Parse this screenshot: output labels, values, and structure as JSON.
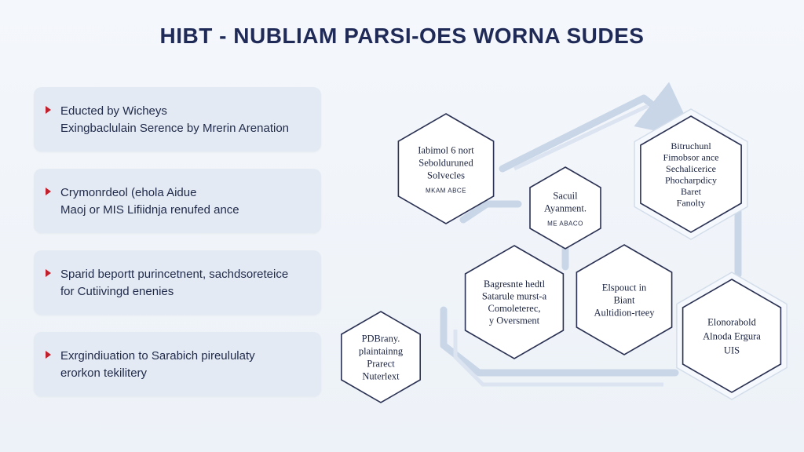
{
  "title": "HIBT - NUBLIAM PARSI-OES WORNA SUDES",
  "cards": [
    {
      "lines": [
        "Educted by Wicheys",
        "Exingbaclulain Serence by Mrerin Arenation"
      ]
    },
    {
      "lines": [
        "Crymonrdeol (ehola Aidue",
        "Maoj or MIS Lifiidnja renufed ance"
      ]
    },
    {
      "lines": [
        "Sparid beportt purincetnent, sachdsoreteice",
        "for Cutiivingd enenies"
      ]
    },
    {
      "lines": [
        "Exrgindiuation to Sarabich pireululaty",
        "erorkon tekilitery"
      ]
    }
  ],
  "hexagons": [
    {
      "id": "top-left",
      "lines": [
        "Iabimol 6 nort",
        "Sebolduruned",
        "Solvecles"
      ],
      "sub": "MKAM ABCE"
    },
    {
      "id": "center",
      "lines": [
        "Sacuil",
        "Ayanment."
      ],
      "sub": "ME ABACO"
    },
    {
      "id": "top-right",
      "lines": [
        "Bitruchunl",
        "Fimobsor ance",
        "Sechalicerice",
        "Phocharpdicy",
        "Baret",
        "Fanolty"
      ],
      "sub": ""
    },
    {
      "id": "mid-left",
      "lines": [
        "Bagresnte hedtl",
        "Satarule murst-a",
        "Comoleterec,",
        "y Oversment"
      ],
      "sub": ""
    },
    {
      "id": "mid-center",
      "lines": [
        "Elspouct in",
        "Biant",
        "Aultidion-rteey"
      ],
      "sub": ""
    },
    {
      "id": "bottom-left",
      "lines": [
        "PDBrany.",
        "plaintainng",
        "Prarect",
        "Nuterlext"
      ],
      "sub": ""
    },
    {
      "id": "bottom-right",
      "lines": [
        "Elonorabold",
        "Alnoda Ergura",
        "UIS"
      ],
      "sub": ""
    }
  ],
  "colors": {
    "title": "#1f2a57",
    "text": "#1f2a4a",
    "accent_arrow": "#c0202b",
    "card_bg": "#e3eaf3",
    "connector": "#c9d6e8",
    "hex_stroke": "#2a3152"
  }
}
